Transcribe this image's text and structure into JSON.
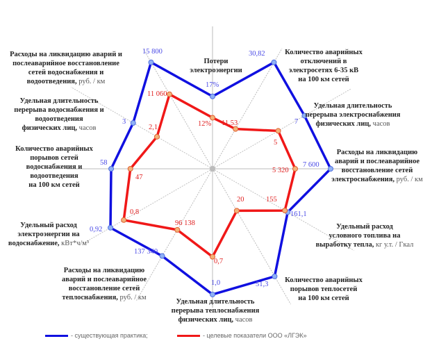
{
  "chart_data": {
    "type": "radar",
    "axes": [
      {
        "name": "Потери электроэнергии",
        "unit": "",
        "max": 31
      },
      {
        "name": "Количество аварийных отключений в электросетях 6-35 кВ на 100 км сетей",
        "unit": "",
        "max": 33.1
      },
      {
        "name": "Удельная длительность перерыва электроснабжения физических лиц,",
        "unit": "часов",
        "max": 8.7
      },
      {
        "name": "Расходы на ликвидацию аварий и послеаварийное восстановление сетей электроснабжения,",
        "unit": "руб. / км",
        "max": 8494
      },
      {
        "name": "Удельный расход условного топлива на выработку тепла,",
        "unit": "кг у.т. / Гкал",
        "max": 245
      },
      {
        "name": "Количество аварийных порывов теплосетей на 100 км сетей",
        "unit": "",
        "max": 54.5
      },
      {
        "name": "Удельная длительность перерыва теплоснабжения физических лиц,",
        "unit": "часов",
        "max": 1.05
      },
      {
        "name": "Расходы на ликвидацию аварий и послеаварийное восстановление сетей теплоснабжения,",
        "unit": "руб. / км",
        "max": 180000
      },
      {
        "name": "Удельный расход электроэнергии на водоснабжение,",
        "unit": "кВт*ч/м³",
        "max": 1.03
      },
      {
        "name": "Количество аварийных порывов сетей водоснабжения и водоотведения на 100 км сетей",
        "unit": "",
        "max": 75.5
      },
      {
        "name": "Удельная длительность перерыва водоснабжения и водоотведения физических лиц,",
        "unit": "часов",
        "max": 4.32
      },
      {
        "name": "Расходы на ликвидацию аварий и послеаварийное восстановление сетей водоснабжения и водоотведения,",
        "unit": "руб. / км",
        "max": 16960
      }
    ],
    "series": [
      {
        "name": "- существующая практика;",
        "color": "#1010e0",
        "values": [
          17,
          30.82,
          7,
          7600,
          161.1,
          51.3,
          1.0,
          137340,
          0.92,
          58,
          3,
          15800
        ],
        "labels": [
          "17%",
          "30,82",
          "7",
          "7 600",
          "161,1",
          "51,3",
          "1,0",
          "137 340",
          "0,92",
          "58",
          "3",
          "15 800"
        ]
      },
      {
        "name": "- целевые показатели ООО «ЛГЭК»",
        "color": "#f01818",
        "values": [
          12,
          11.53,
          5,
          5320,
          155,
          20,
          0.7,
          96138,
          0.8,
          47,
          2.1,
          11060
        ],
        "labels": [
          "12%",
          "11,53",
          "5",
          "5 320",
          "155",
          "20",
          "0,7",
          "96 138",
          "0,8",
          "47",
          "2,1",
          "11 060"
        ]
      }
    ],
    "label_lines": [
      [
        "Потери",
        "электроэнергии"
      ],
      [
        "Количество аварийных",
        "отключений в",
        "электросетях 6-35 кВ",
        "на 100 км сетей"
      ],
      [
        "Удельная длительность",
        "перерыва электроснабжения",
        "физических лиц,"
      ],
      [
        "Расходы на ликвидацию",
        "аварий и послеаварийное",
        "восстановление сетей",
        "электроснабжения,"
      ],
      [
        "Удельный расход",
        "условного топлива на",
        "выработку тепла,"
      ],
      [
        "Количество аварийных",
        "порывов теплосетей",
        "на 100 км сетей"
      ],
      [
        "Удельная длительность",
        "перерыва теплоснабжения",
        "физических лиц,"
      ],
      [
        "Расходы на ликвидацию",
        "аварий и послеаварийное",
        "восстановление сетей",
        "теплоснабжения,"
      ],
      [
        "Удельный расход",
        "электроэнергии на",
        "водоснабжение,"
      ],
      [
        "Количество аварийных",
        "порывов сетей",
        "водоснабжения и",
        "водоотведения",
        "на 100 км сетей"
      ],
      [
        "Удельная длительность",
        "перерыва водоснабжения и",
        "водоотведения",
        "физических лиц,"
      ],
      [
        "Расходы на ликвидацию аварий и",
        "послеаварийное восстановление",
        "сетей водоснабжения и",
        "водоотведения,"
      ]
    ]
  }
}
